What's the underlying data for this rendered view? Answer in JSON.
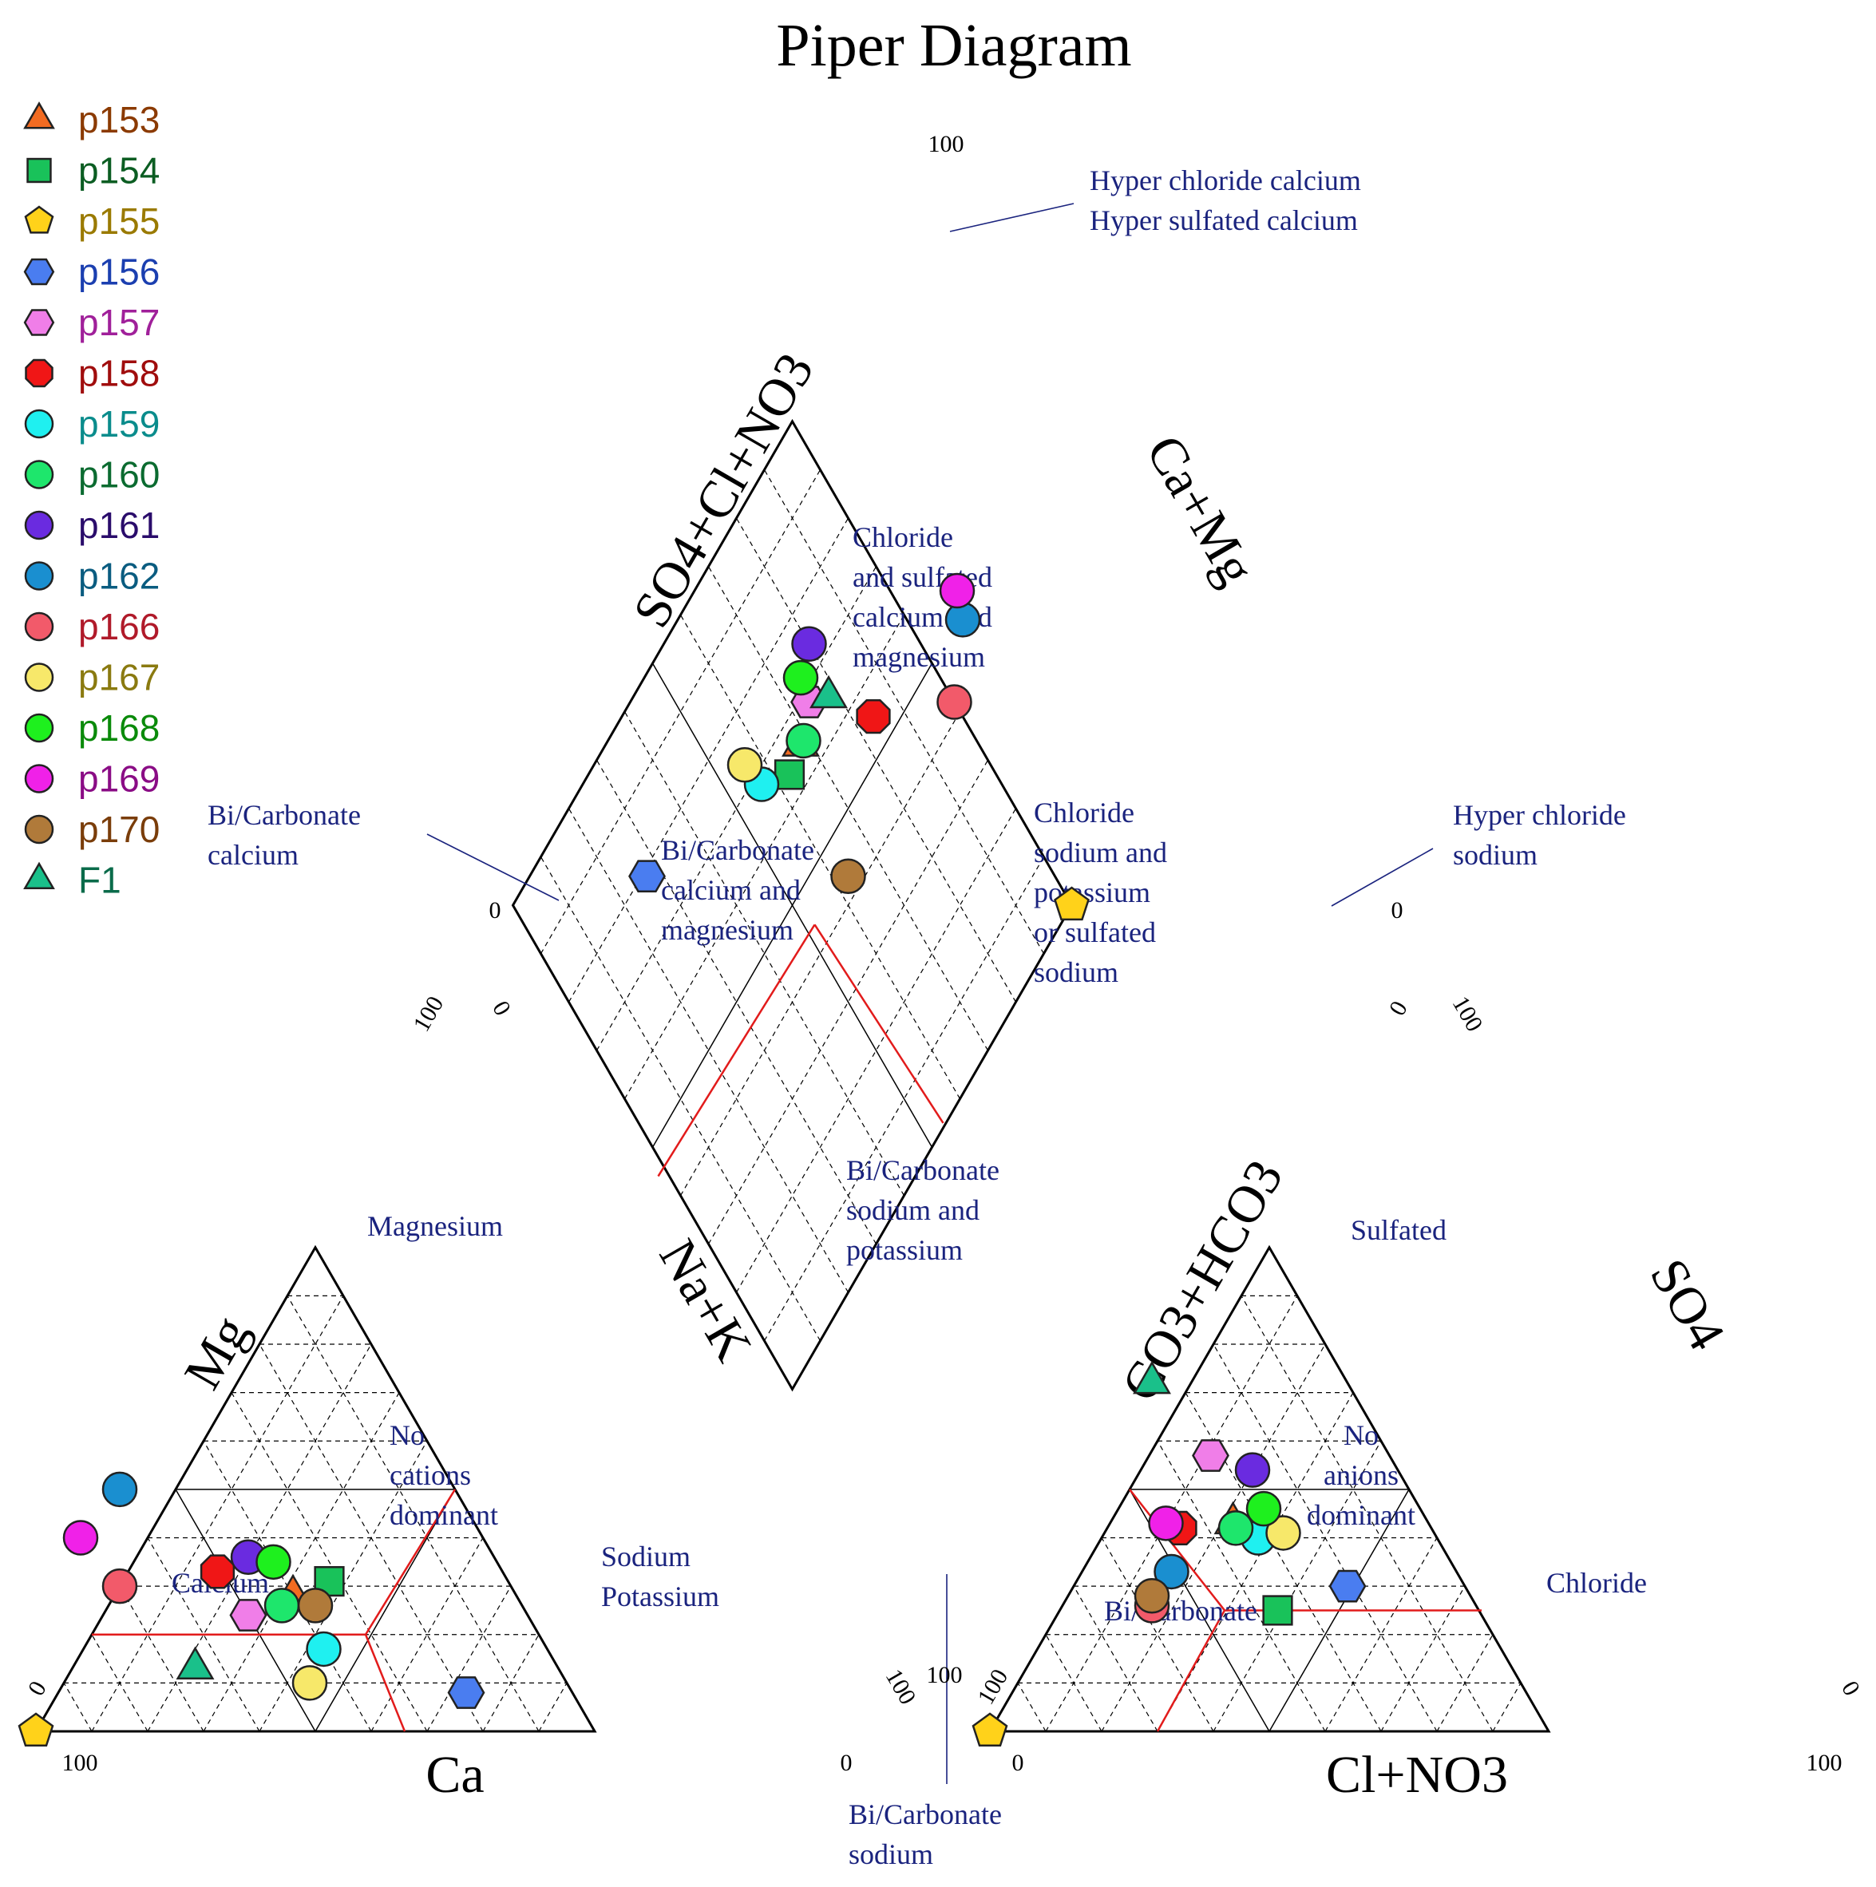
{
  "chart_data": {
    "type": "scatter",
    "subtype": "piper",
    "title": "Piper Diagram",
    "axis_titles": {
      "mg": "Mg",
      "ca": "Ca",
      "nak": "Na+K",
      "co3hco3": "CO3+HCO3",
      "so4": "SO4",
      "clno3": "Cl+NO3",
      "so4clno3": "SO4+Cl+NO3",
      "camg": "Ca+Mg"
    },
    "tick_labels": {
      "zero": "0",
      "hundred": "100"
    },
    "region_labels": {
      "diamond_top": [
        "Hyper chloride calcium",
        "Hyper sulfated calcium"
      ],
      "diamond_left": [
        "Bi/Carbonate",
        "calcium"
      ],
      "diamond_right": [
        "Hyper chloride",
        "sodium"
      ],
      "diamond_bottom": [
        "Bi/Carbonate",
        "sodium"
      ],
      "chloride_sulfated_camg": [
        "Chloride",
        "and sulfated",
        "calcium and",
        "magnesium"
      ],
      "bicarbonate_camg": [
        "Bi/Carbonate",
        "calcium and",
        "magnesium"
      ],
      "chloride_sodium": [
        "Chloride",
        "sodium and",
        "potassium",
        "or sulfated",
        "sodium"
      ],
      "bicarbonate_sodium": [
        "Bi/Carbonate",
        "sodium and",
        "potassium"
      ],
      "cation_magnesium": "Magnesium",
      "cation_none": [
        "No",
        "cations",
        "dominant"
      ],
      "cation_calcium": "Calcium",
      "cation_sodium": [
        "Sodium",
        "Potassium"
      ],
      "anion_sulfated": "Sulfated",
      "anion_none": [
        "No",
        "anions",
        "dominant"
      ],
      "anion_bicarbonate": "Bi/Carbonate",
      "anion_chloride": "Chloride"
    },
    "legend_position": "top-left",
    "samples": [
      {
        "name": "p153",
        "shape": "triangle",
        "fill": "#f26b21",
        "label_color": "#8b3a00",
        "ca": 40,
        "mg": 28,
        "nak": 32,
        "so4": 43,
        "cl": 22,
        "co3": 35
      },
      {
        "name": "p154",
        "shape": "square",
        "fill": "#19c25a",
        "label_color": "#0b5d22",
        "ca": 32,
        "mg": 31,
        "nak": 37,
        "so4": 25,
        "cl": 39,
        "co3": 36
      },
      {
        "name": "p155",
        "shape": "pentagon",
        "fill": "#ffd21a",
        "label_color": "#9a7a00",
        "ca": 100,
        "mg": 0,
        "nak": 0,
        "so4": 0,
        "cl": 0,
        "co3": 100
      },
      {
        "name": "p156",
        "shape": "hexagon",
        "fill": "#4a7df0",
        "label_color": "#1b3fb0",
        "ca": 19,
        "mg": 8,
        "nak": 73,
        "so4": 30,
        "cl": 49,
        "co3": 21
      },
      {
        "name": "p157",
        "shape": "hexagon",
        "fill": "#f07ee8",
        "label_color": "#a0209a",
        "ca": 50,
        "mg": 24,
        "nak": 26,
        "so4": 57,
        "cl": 11,
        "co3": 32
      },
      {
        "name": "p158",
        "shape": "octagon",
        "fill": "#f01616",
        "label_color": "#a00d0d",
        "ca": 51,
        "mg": 33,
        "nak": 16,
        "so4": 42,
        "cl": 13,
        "co3": 45
      },
      {
        "name": "p159",
        "shape": "circle",
        "fill": "#1ff0f0",
        "label_color": "#0a8c8c",
        "ca": 40,
        "mg": 17,
        "nak": 43,
        "so4": 40,
        "cl": 28,
        "co3": 32
      },
      {
        "name": "p160",
        "shape": "circle",
        "fill": "#1ee66c",
        "label_color": "#0b6b30",
        "ca": 43,
        "mg": 26,
        "nak": 31,
        "so4": 42,
        "cl": 23,
        "co3": 35
      },
      {
        "name": "p161",
        "shape": "circle",
        "fill": "#6a2be0",
        "label_color": "#2a0c6b",
        "ca": 44,
        "mg": 36,
        "nak": 20,
        "so4": 54,
        "cl": 20,
        "co3": 26
      },
      {
        "name": "p162",
        "shape": "circle",
        "fill": "#1a8fd0",
        "label_color": "#0a5c80",
        "ca": 60,
        "mg": 50,
        "nak": -10,
        "so4": 33,
        "cl": 16,
        "co3": 51
      },
      {
        "name": "p166",
        "shape": "circle",
        "fill": "#f25a6a",
        "label_color": "#b01a2a",
        "ca": 70,
        "mg": 30,
        "nak": 0,
        "so4": 26,
        "cl": 16,
        "co3": 58
      },
      {
        "name": "p167",
        "shape": "circle",
        "fill": "#f7e86a",
        "label_color": "#8a7a10",
        "ca": 46,
        "mg": 10,
        "nak": 44,
        "so4": 41,
        "cl": 32,
        "co3": 27
      },
      {
        "name": "p168",
        "shape": "circle",
        "fill": "#1ef01e",
        "label_color": "#0a8a0a",
        "ca": 40,
        "mg": 35,
        "nak": 25,
        "so4": 46,
        "cl": 26,
        "co3": 28
      },
      {
        "name": "p169",
        "shape": "circle",
        "fill": "#f021e8",
        "label_color": "#8a0c85",
        "ca": 72,
        "mg": 40,
        "nak": -12,
        "so4": 43,
        "cl": 10,
        "co3": 47
      },
      {
        "name": "p170",
        "shape": "circle",
        "fill": "#b07a3a",
        "label_color": "#7a3d0a",
        "ca": 37,
        "mg": 26,
        "nak": 37,
        "so4": 28,
        "cl": 15,
        "co3": 57
      },
      {
        "name": "F1",
        "shape": "triangle",
        "fill": "#1ac08a",
        "label_color": "#0a6b4a",
        "ca": 65,
        "mg": 13,
        "nak": 22,
        "so4": 72,
        "cl": -7,
        "co3": 35
      }
    ]
  }
}
